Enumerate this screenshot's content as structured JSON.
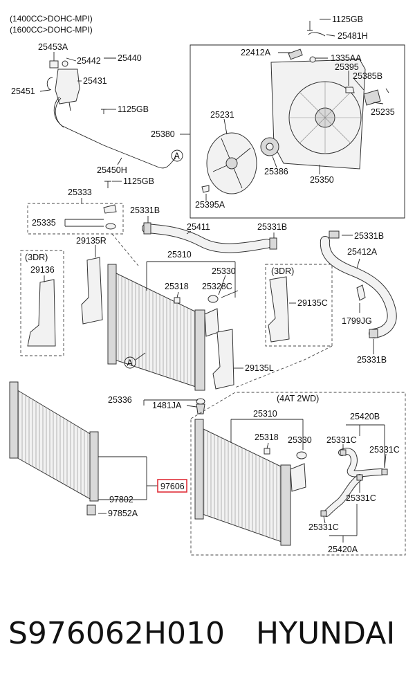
{
  "engine_notes": [
    "(1400CC>DOHC-MPI)",
    "(1600CC>DOHC-MPI)"
  ],
  "variant_labels": {
    "three_door_left": "(3DR)",
    "three_door_right": "(3DR)",
    "transmission": "(4AT 2WD)"
  },
  "reference_marker": "A",
  "part_labels": {
    "p25453A": "25453A",
    "p25442": "25442",
    "p25440": "25440",
    "p25431": "25431",
    "p25451": "25451",
    "p1125GB_tank": "1125GB",
    "p25450H": "25450H",
    "p1125GB_bracket": "1125GB",
    "p25333": "25333",
    "p25335": "25335",
    "p29135R": "29135R",
    "p29136": "29136",
    "p1125GB_top": "1125GB",
    "p25481H": "25481H",
    "p22412A": "22412A",
    "p1335AA": "1335AA",
    "p25395": "25395",
    "p25385B": "25385B",
    "p25231": "25231",
    "p25235": "25235",
    "p25380": "25380",
    "p25386": "25386",
    "p25350": "25350",
    "p25395A": "25395A",
    "p25331B_a": "25331B",
    "p25411": "25411",
    "p25331B_b": "25331B",
    "p25331B_c": "25331B",
    "p25412A": "25412A",
    "p25310_a": "25310",
    "p25330_a": "25330",
    "p25318_a": "25318",
    "p25328C": "25328C",
    "p29135C": "29135C",
    "p1799JG": "1799JG",
    "p29135L": "29135L",
    "p25331B_d": "25331B",
    "p25336": "25336",
    "p1481JA": "1481JA",
    "p25310_b": "25310",
    "p25318_b": "25318",
    "p25330_b": "25330",
    "p25420B": "25420B",
    "p25331C_a": "25331C",
    "p25331C_b": "25331C",
    "p25331C_c": "25331C",
    "p25331C_d": "25331C",
    "p25420A": "25420A",
    "p97606": "97606",
    "p97802": "97802",
    "p97852A": "97852A"
  },
  "highlight_color": "#e0303a",
  "footer": {
    "part_number": "S976062H010",
    "brand": "HYUNDAI"
  }
}
